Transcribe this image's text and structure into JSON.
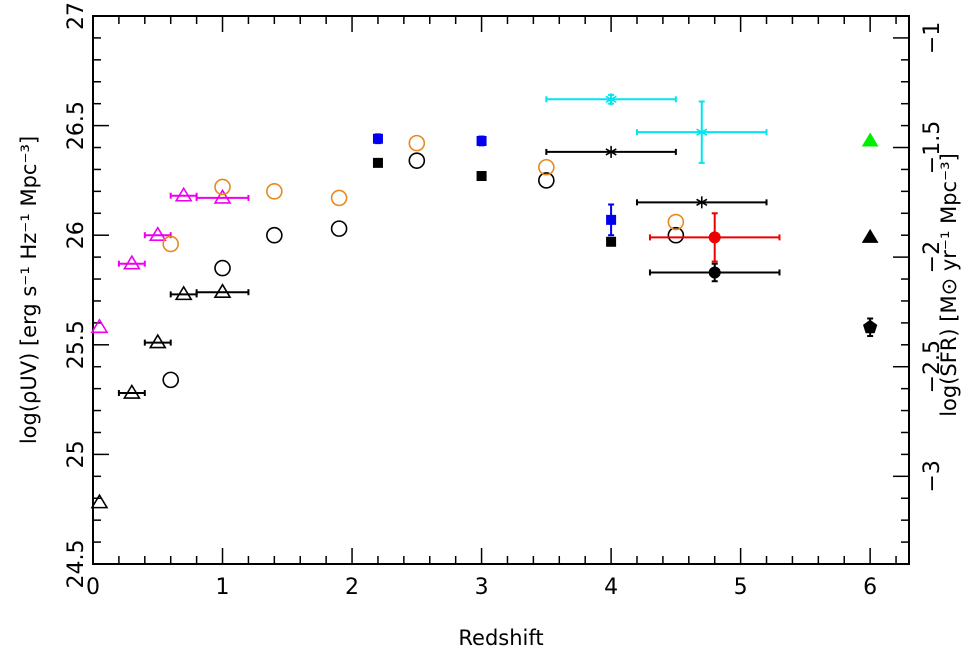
{
  "chart_data": {
    "type": "scatter",
    "xlabel": "Redshift",
    "ylabel": "log(ρUV) [erg s⁻¹ Hz⁻¹ Mpc⁻³]",
    "y2label": "log(SFR) [M⊙ yr⁻¹ Mpc⁻³]",
    "xlim": [
      0,
      6.3
    ],
    "ylim": [
      24.5,
      27
    ],
    "y2lim": [
      -3.4,
      -0.9
    ],
    "x_ticks": [
      "0",
      "1",
      "2",
      "3",
      "4",
      "5",
      "6"
    ],
    "y_ticks": [
      "24.5",
      "25",
      "25.5",
      "26",
      "26.5",
      "27"
    ],
    "y2_ticks": [
      "−3",
      "−2.5",
      "−2",
      "−1.5",
      "−1"
    ],
    "grid": false,
    "legend": "none",
    "colors": {
      "black": "#000000",
      "magenta": "#ee00ee",
      "orange": "#e8891e",
      "blue": "#0000ee",
      "cyan": "#00e5ee",
      "red": "#ee0000",
      "green": "#00ee00"
    },
    "series": [
      {
        "marker": "open-triangle",
        "color": "black",
        "points": [
          {
            "x": 0.05,
            "y": 24.78,
            "xerr": 0
          },
          {
            "x": 0.3,
            "y": 25.28,
            "xerr": 0.1
          },
          {
            "x": 0.5,
            "y": 25.51,
            "xerr": 0.1
          },
          {
            "x": 0.7,
            "y": 25.73,
            "xerr": 0.1
          },
          {
            "x": 1.0,
            "y": 25.74,
            "xerr": 0.2
          }
        ]
      },
      {
        "marker": "open-triangle",
        "color": "magenta",
        "points": [
          {
            "x": 0.05,
            "y": 25.58,
            "xerr": 0
          },
          {
            "x": 0.3,
            "y": 25.87,
            "xerr": 0.1
          },
          {
            "x": 0.5,
            "y": 26.0,
            "xerr": 0.1
          },
          {
            "x": 0.7,
            "y": 26.18,
            "xerr": 0.1
          },
          {
            "x": 1.0,
            "y": 26.17,
            "xerr": 0.2
          }
        ]
      },
      {
        "marker": "open-circle",
        "color": "black",
        "points": [
          {
            "x": 0.6,
            "y": 25.34
          },
          {
            "x": 1.0,
            "y": 25.85
          },
          {
            "x": 1.4,
            "y": 26.0
          },
          {
            "x": 1.9,
            "y": 26.03
          },
          {
            "x": 2.5,
            "y": 26.34
          },
          {
            "x": 3.5,
            "y": 26.25
          },
          {
            "x": 4.5,
            "y": 26.0
          }
        ]
      },
      {
        "marker": "open-circle",
        "color": "orange",
        "points": [
          {
            "x": 0.6,
            "y": 25.96
          },
          {
            "x": 1.0,
            "y": 26.22
          },
          {
            "x": 1.4,
            "y": 26.2
          },
          {
            "x": 1.9,
            "y": 26.17
          },
          {
            "x": 2.5,
            "y": 26.42
          },
          {
            "x": 3.5,
            "y": 26.31
          },
          {
            "x": 4.5,
            "y": 26.06
          }
        ]
      },
      {
        "marker": "filled-square",
        "color": "blue",
        "points": [
          {
            "x": 2.2,
            "y": 26.44,
            "yerr": 0.02
          },
          {
            "x": 3.0,
            "y": 26.43,
            "yerr": 0.02
          },
          {
            "x": 4.0,
            "y": 26.07,
            "yerr": 0.07
          }
        ]
      },
      {
        "marker": "filled-square",
        "color": "black",
        "points": [
          {
            "x": 2.2,
            "y": 26.33
          },
          {
            "x": 3.0,
            "y": 26.27
          },
          {
            "x": 4.0,
            "y": 25.97
          }
        ]
      },
      {
        "marker": "asterisk",
        "color": "black",
        "points": [
          {
            "x": 4.0,
            "y": 26.38,
            "xerr": 0.5
          },
          {
            "x": 4.7,
            "y": 26.15,
            "xerr": 0.5
          }
        ]
      },
      {
        "marker": "asterisk",
        "color": "cyan",
        "points": [
          {
            "x": 4.0,
            "y": 26.62,
            "xerr": 0.5,
            "yerr": 0.02
          },
          {
            "x": 4.7,
            "y": 26.47,
            "xerr": 0.5,
            "yerr": 0.14
          }
        ]
      },
      {
        "marker": "filled-circle",
        "color": "black",
        "points": [
          {
            "x": 4.8,
            "y": 25.83,
            "xerr": 0.5,
            "yerr": 0.04
          }
        ]
      },
      {
        "marker": "filled-circle",
        "color": "red",
        "points": [
          {
            "x": 4.8,
            "y": 25.99,
            "xerr": 0.5,
            "yerr": 0.11
          }
        ]
      },
      {
        "marker": "filled-triangle",
        "color": "green",
        "points": [
          {
            "x": 6.0,
            "y": 26.43
          }
        ]
      },
      {
        "marker": "filled-triangle",
        "color": "black",
        "points": [
          {
            "x": 6.0,
            "y": 25.99
          }
        ]
      },
      {
        "marker": "filled-pentagon",
        "color": "black",
        "points": [
          {
            "x": 6.0,
            "y": 25.58,
            "yerr": 0.04
          }
        ]
      }
    ]
  }
}
